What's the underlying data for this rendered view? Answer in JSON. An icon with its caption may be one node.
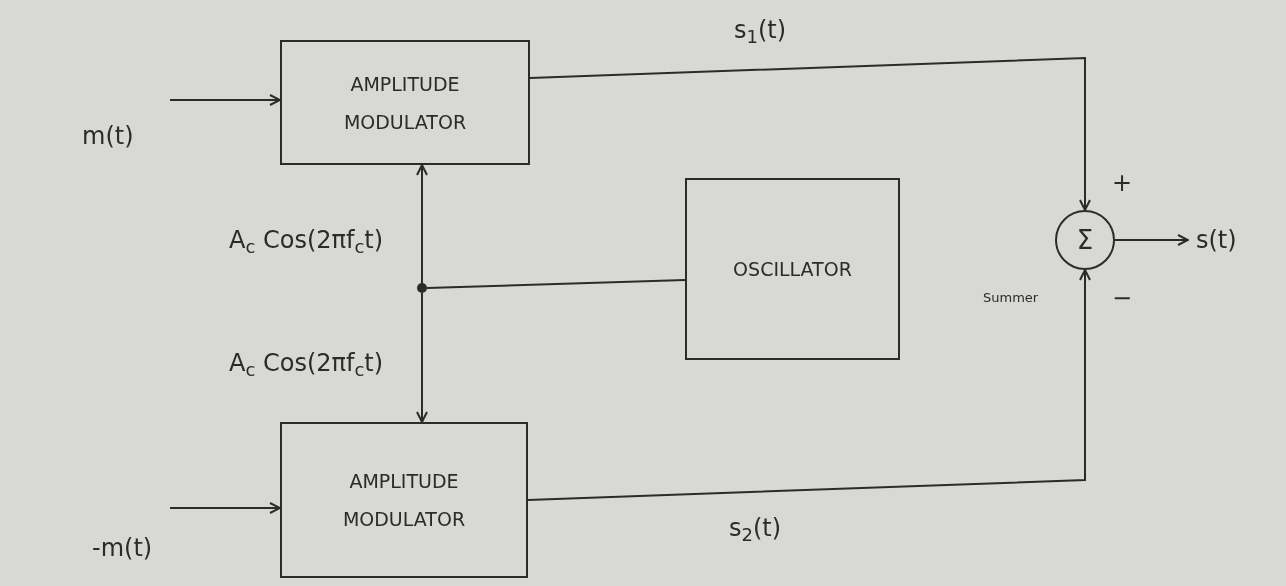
{
  "diagram": {
    "nodes": [
      {
        "text": [
          "AMPLITUDE MODULATOR"
        ]
      },
      {
        "text": [
          "OSCILLATOR"
        ]
      },
      {
        "text": [
          "AMPLITUDE MODULATOR"
        ]
      },
      {
        "text": [
          "Σ"
        ],
        "beside": [
          "Summer"
        ]
      },
      {
        "text": [],
        "shape": "circle"
      }
    ],
    "edges": [
      {
        "from": null,
        "to": 0,
        "arrow": "to",
        "label": "m(t)"
      },
      {
        "from": 0,
        "to": 3,
        "arrow": "to",
        "label": "s$_{1}$(t)"
      },
      {
        "from": 2,
        "to": 3,
        "arrow": "to",
        "label": "s$_{2}$(t)"
      },
      {
        "from": 3,
        "to": null,
        "arrow": "to",
        "label": "s(t)"
      },
      {
        "from": 1,
        "to": 4,
        "arrow": "none"
      },
      {
        "from": 4,
        "to": 0,
        "arrow": "to",
        "label": "A$_{c}$ Cos(2πf$_{c}$t)"
      },
      {
        "from": 4,
        "to": 2,
        "arrow": "to",
        "label": "A$_{c}$ Cos(2πf$_{c}$t)"
      },
      {
        "from": null,
        "to": 2,
        "arrow": "to",
        "label": "-m(t)"
      }
    ],
    "labels": [
      "+",
      "−"
    ]
  }
}
